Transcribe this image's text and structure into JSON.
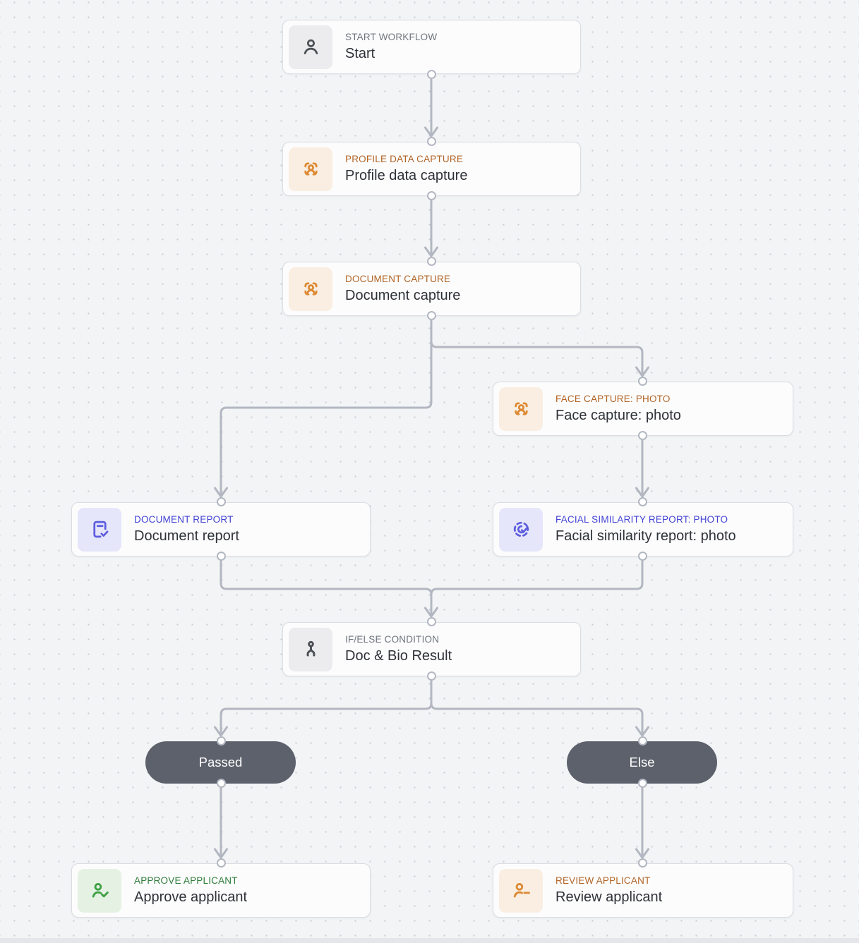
{
  "workflow": {
    "nodes": {
      "start": {
        "type_label": "START WORKFLOW",
        "title": "Start",
        "icon": "user-icon",
        "theme": "gray"
      },
      "profile_data_capture": {
        "type_label": "PROFILE DATA CAPTURE",
        "title": "Profile data capture",
        "icon": "person-capture-icon",
        "theme": "orange"
      },
      "document_capture": {
        "type_label": "DOCUMENT CAPTURE",
        "title": "Document capture",
        "icon": "person-capture-icon",
        "theme": "orange"
      },
      "face_capture_photo": {
        "type_label": "FACE CAPTURE: PHOTO",
        "title": "Face capture: photo",
        "icon": "person-capture-icon",
        "theme": "orange"
      },
      "document_report": {
        "type_label": "DOCUMENT REPORT",
        "title": "Document report",
        "icon": "document-check-icon",
        "theme": "indigo"
      },
      "facial_similarity_report": {
        "type_label": "FACIAL SIMILARITY REPORT: PHOTO",
        "title": "Facial similarity report: photo",
        "icon": "face-match-check-icon",
        "theme": "indigo"
      },
      "if_else_condition": {
        "type_label": "IF/ELSE CONDITION",
        "title": "Doc & Bio Result",
        "icon": "branch-icon",
        "theme": "gray"
      },
      "approve_applicant": {
        "type_label": "APPROVE APPLICANT",
        "title": "Approve applicant",
        "icon": "user-check-icon",
        "theme": "green"
      },
      "review_applicant": {
        "type_label": "REVIEW APPLICANT",
        "title": "Review applicant",
        "icon": "user-minus-icon",
        "theme": "orange"
      }
    },
    "branch_labels": {
      "passed": "Passed",
      "else": "Else"
    },
    "colors": {
      "canvas_background": "#f3f4f6",
      "card_background": "#fcfcfd",
      "connector": "#b2b7c1",
      "branch_pill_background": "#5c616b",
      "gray_label": "#6f747d",
      "orange_accent": "#b26425",
      "indigo_accent": "#4444d4",
      "green_accent": "#2e7d3a",
      "orange_icon": "#dd8a35",
      "indigo_icon": "#5c5cdd",
      "green_icon": "#3fa044",
      "node_title_color": "#2f3238"
    }
  }
}
